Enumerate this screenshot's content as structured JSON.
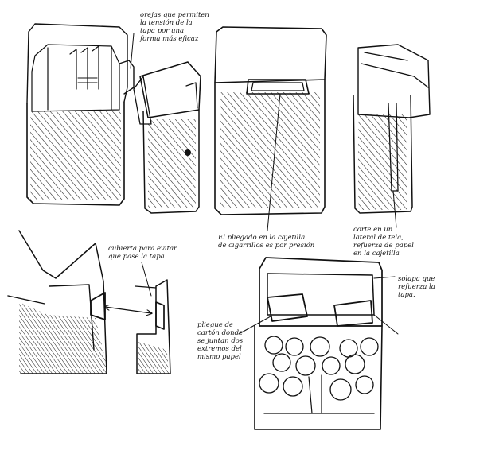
{
  "sketch": {
    "ink_color": "#111111",
    "paper_color": "#ffffff",
    "labels": {
      "top_left_note": "orejas que permiten\nla tensión de la\ntapa por una\nforma más eficaz",
      "top_center_note": "El pliegado en la cajetilla\nde cigarrillos es por presión",
      "top_right_note": "corte en un\nlateral de tela,\nrefuerza de papel\nen la cajetilla",
      "bottom_left_note": "cubierta para evitar\nque pase la tapa",
      "bottom_right_note": "solapa que\nrefuerza la\ntapa.",
      "bottom_center_note": "pliegue de\ncartón donde\nse juntan dos\nextremos del\nmismo papel"
    }
  }
}
